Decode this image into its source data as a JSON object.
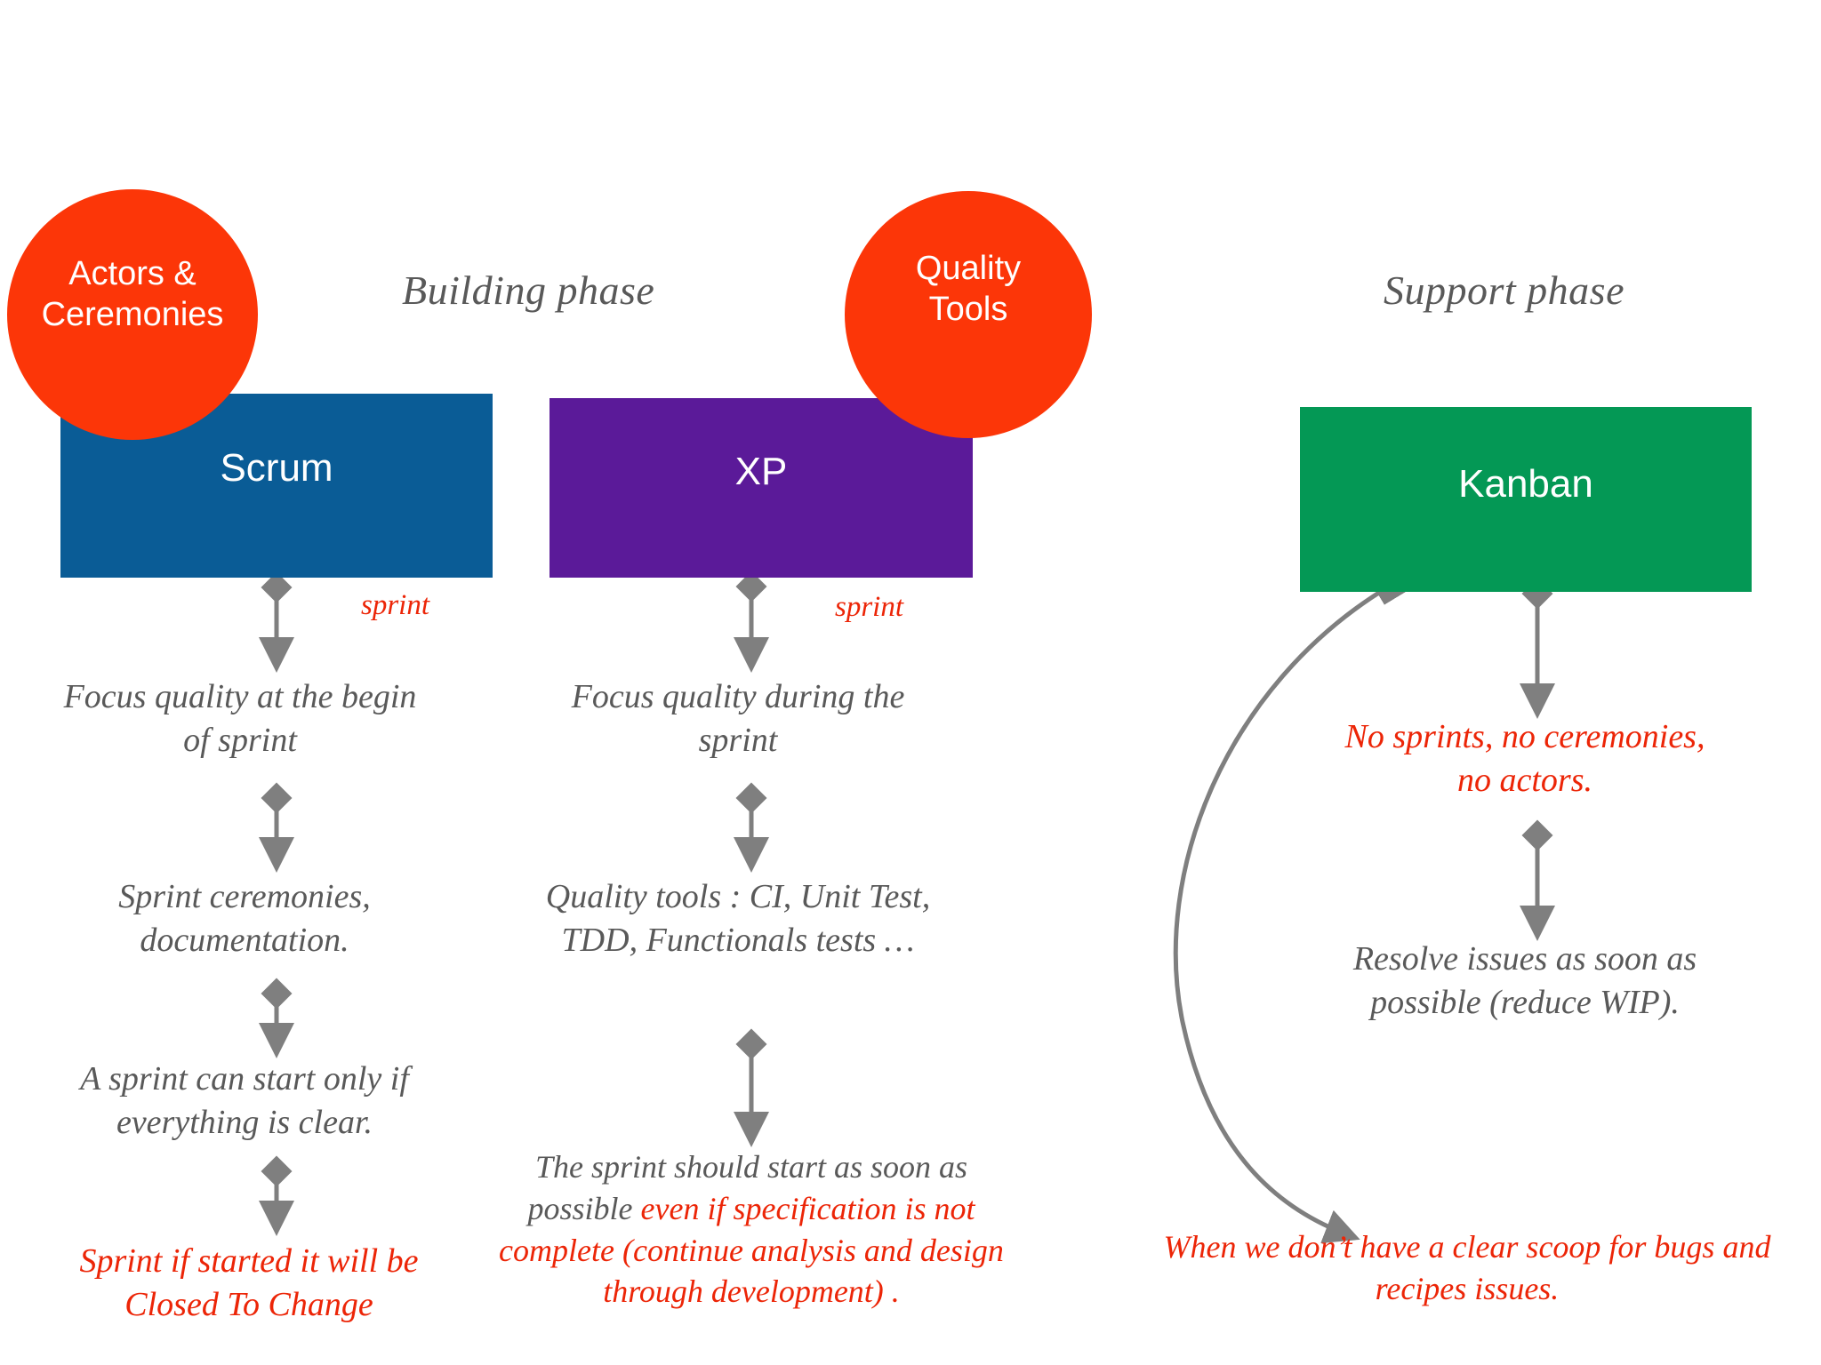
{
  "phases": {
    "building": "Building phase",
    "support": "Support phase"
  },
  "bubbles": {
    "actors": "Actors &\nCeremonies",
    "actors_line1": "Actors &",
    "actors_line2": "Ceremonies",
    "quality_line1": "Quality",
    "quality_line2": "Tools"
  },
  "boxes": {
    "scrum": "Scrum",
    "xp": "XP",
    "kanban": "Kanban"
  },
  "edge_labels": {
    "sprint_scrum": "sprint",
    "sprint_xp": "sprint"
  },
  "columns": {
    "scrum": [
      "Focus quality at the begin of sprint",
      "Sprint ceremonies, documentation.",
      "A sprint can start only if everything is clear.",
      "Sprint if started it will be Closed To Change"
    ],
    "xp": [
      "Focus quality during the sprint",
      "Quality tools : CI, Unit Test, TDD, Functionals tests …",
      "The sprint should start as soon as possible ",
      "even if specification is not complete (continue analysis and design through development) ."
    ],
    "kanban": [
      "No sprints, no ceremonies, no actors.",
      "Resolve issues as soon as possible (reduce WIP).",
      "When we don’t have a clear scoop for bugs and recipes issues."
    ]
  },
  "colors": {
    "scrum_box": "#0a5c96",
    "xp_box": "#5b1a99",
    "kanban_box": "#049855",
    "bubble": "#fc3608",
    "accent_red": "#ec2507",
    "body_gray": "#595959",
    "connector_gray": "#7f7f7f"
  }
}
